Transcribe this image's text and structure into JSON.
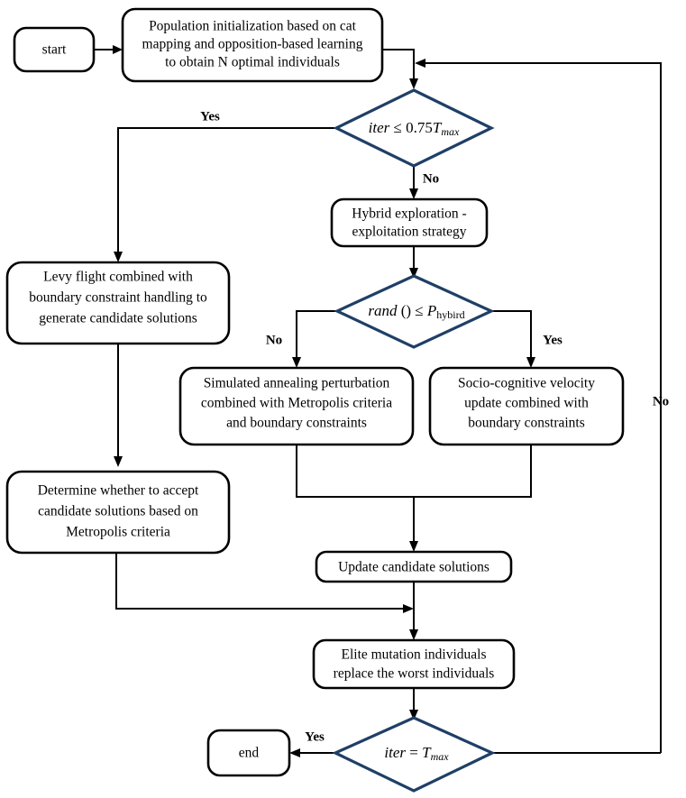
{
  "diagram": {
    "type": "flowchart",
    "title": "Hybrid metaheuristic optimization algorithm flowchart",
    "colors": {
      "process_border": "#000000",
      "decision_border": "#1f3f66",
      "connector": "#000000",
      "background": "#ffffff"
    },
    "nodes": {
      "start": {
        "label": "start",
        "shape": "rounded-terminal"
      },
      "init": {
        "shape": "rounded-process",
        "lines": [
          "Population initialization based on cat",
          "mapping and opposition-based learning",
          "to obtain N optimal individuals"
        ]
      },
      "decision_iter_075": {
        "shape": "diamond",
        "expr_lhs": "iter",
        "expr_op": " ≤ 0.75",
        "expr_var": "T",
        "expr_sub": "max",
        "text": "iter ≤ 0.75T max"
      },
      "levy": {
        "shape": "rounded-process",
        "lines": [
          "Levy flight combined with",
          "boundary constraint handling to",
          "generate candidate solutions"
        ]
      },
      "determine": {
        "shape": "rounded-process",
        "lines": [
          "Determine whether to accept",
          "candidate solutions based on",
          "Metropolis criteria"
        ]
      },
      "hybrid": {
        "shape": "rounded-process",
        "lines": [
          "Hybrid exploration -",
          "exploitation strategy"
        ]
      },
      "decision_rand": {
        "shape": "diamond",
        "expr_lhs": "rand",
        "expr_op": " () ≤ ",
        "expr_var": "P",
        "expr_sub": "hybird",
        "text": "rand () ≤ P hybird"
      },
      "sim_anneal": {
        "shape": "rounded-process",
        "lines": [
          "Simulated annealing perturbation",
          "combined with  Metropolis criteria",
          "and boundary constraints"
        ]
      },
      "socio": {
        "shape": "rounded-process",
        "lines": [
          "Socio-cognitive velocity",
          "update combined with",
          "boundary constraints"
        ]
      },
      "update": {
        "shape": "rounded-process",
        "lines": [
          "Update candidate solutions"
        ]
      },
      "elite": {
        "shape": "rounded-process",
        "lines": [
          "Elite mutation individuals",
          "replace the worst individuals"
        ]
      },
      "decision_iter_eq": {
        "shape": "diamond",
        "expr_lhs": "iter",
        "expr_op": " = ",
        "expr_var": "T",
        "expr_sub": "max",
        "text": "iter = T max"
      },
      "end": {
        "label": "end",
        "shape": "rounded-terminal"
      }
    },
    "edge_labels": {
      "yes_iter075": "Yes",
      "no_iter075": "No",
      "no_rand": "No",
      "yes_rand": "Yes",
      "yes_end": "Yes",
      "no_loopback": "No"
    }
  }
}
